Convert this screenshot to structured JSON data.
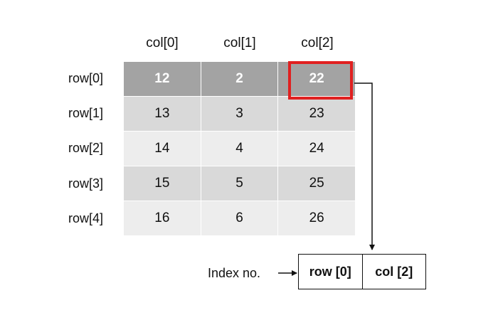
{
  "column_headers": [
    "col[0]",
    "col[1]",
    "col[2]"
  ],
  "row_headers": [
    "row[0]",
    "row[1]",
    "row[2]",
    "row[3]",
    "row[4]"
  ],
  "table": [
    [
      "12",
      "2",
      "22"
    ],
    [
      "13",
      "3",
      "23"
    ],
    [
      "14",
      "4",
      "24"
    ],
    [
      "15",
      "5",
      "25"
    ],
    [
      "16",
      "6",
      "26"
    ]
  ],
  "highlighted_cell": {
    "row": 0,
    "col": 2
  },
  "colors": {
    "highlight_border": "#e02020",
    "header_row_fill": "#a3a3a3",
    "odd_row_fill": "#d9d9d9",
    "even_row_fill": "#ededed"
  },
  "index": {
    "label": "Index no.",
    "row_part": "row [0]",
    "col_part": "col [2]"
  }
}
